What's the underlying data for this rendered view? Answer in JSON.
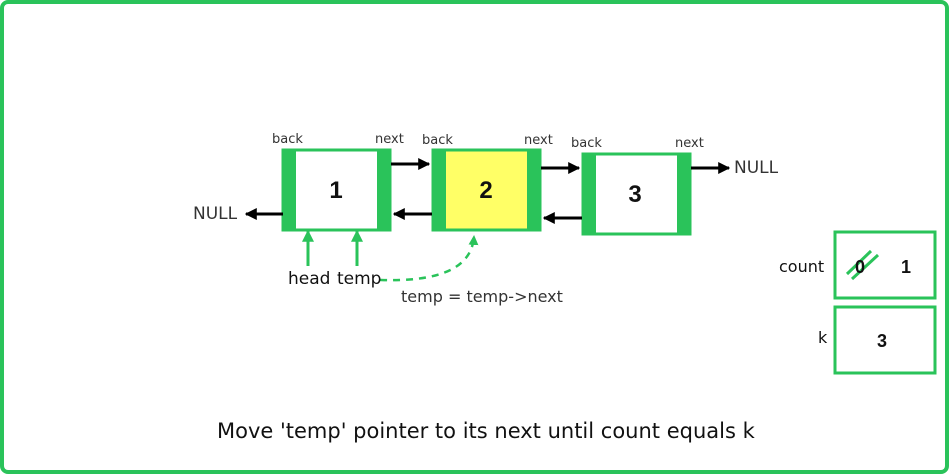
{
  "colors": {
    "frame": "#2ac35a",
    "node_border": "#2ac35a",
    "highlight": "#ffff66",
    "arrow": "#000000"
  },
  "nodes": [
    {
      "value": "1",
      "back_label": "back",
      "next_label": "next",
      "highlighted": false
    },
    {
      "value": "2",
      "back_label": "back",
      "next_label": "next",
      "highlighted": true
    },
    {
      "value": "3",
      "back_label": "back",
      "next_label": "next",
      "highlighted": false
    }
  ],
  "null_left": "NULL",
  "null_right": "NULL",
  "pointers": {
    "head": "head",
    "temp": "temp"
  },
  "move_label": "temp = temp->next",
  "count": {
    "label": "count",
    "old_value": "0",
    "new_value": "1"
  },
  "k": {
    "label": "k",
    "value": "3"
  },
  "caption": "Move 'temp' pointer to its next until count equals k"
}
